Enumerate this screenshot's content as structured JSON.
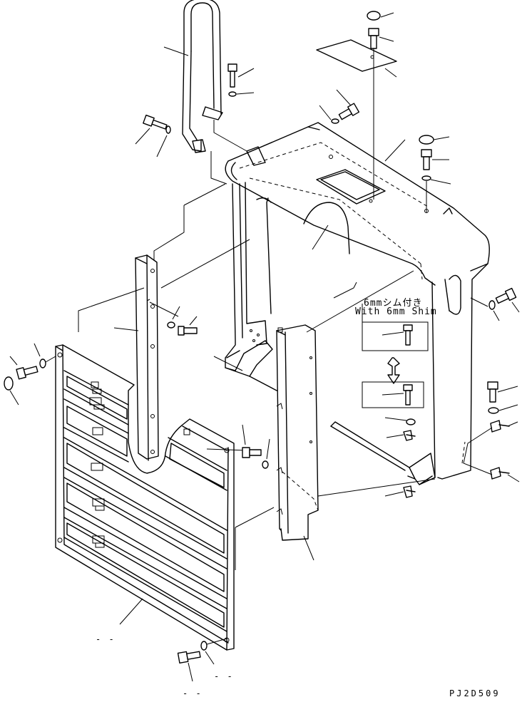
{
  "note": {
    "line1": "6mmシム付き",
    "line2": "With 6mm Shim"
  },
  "drawing_code": "PJ2D509",
  "stray_marks": [
    "- -",
    "- -",
    "- -"
  ]
}
